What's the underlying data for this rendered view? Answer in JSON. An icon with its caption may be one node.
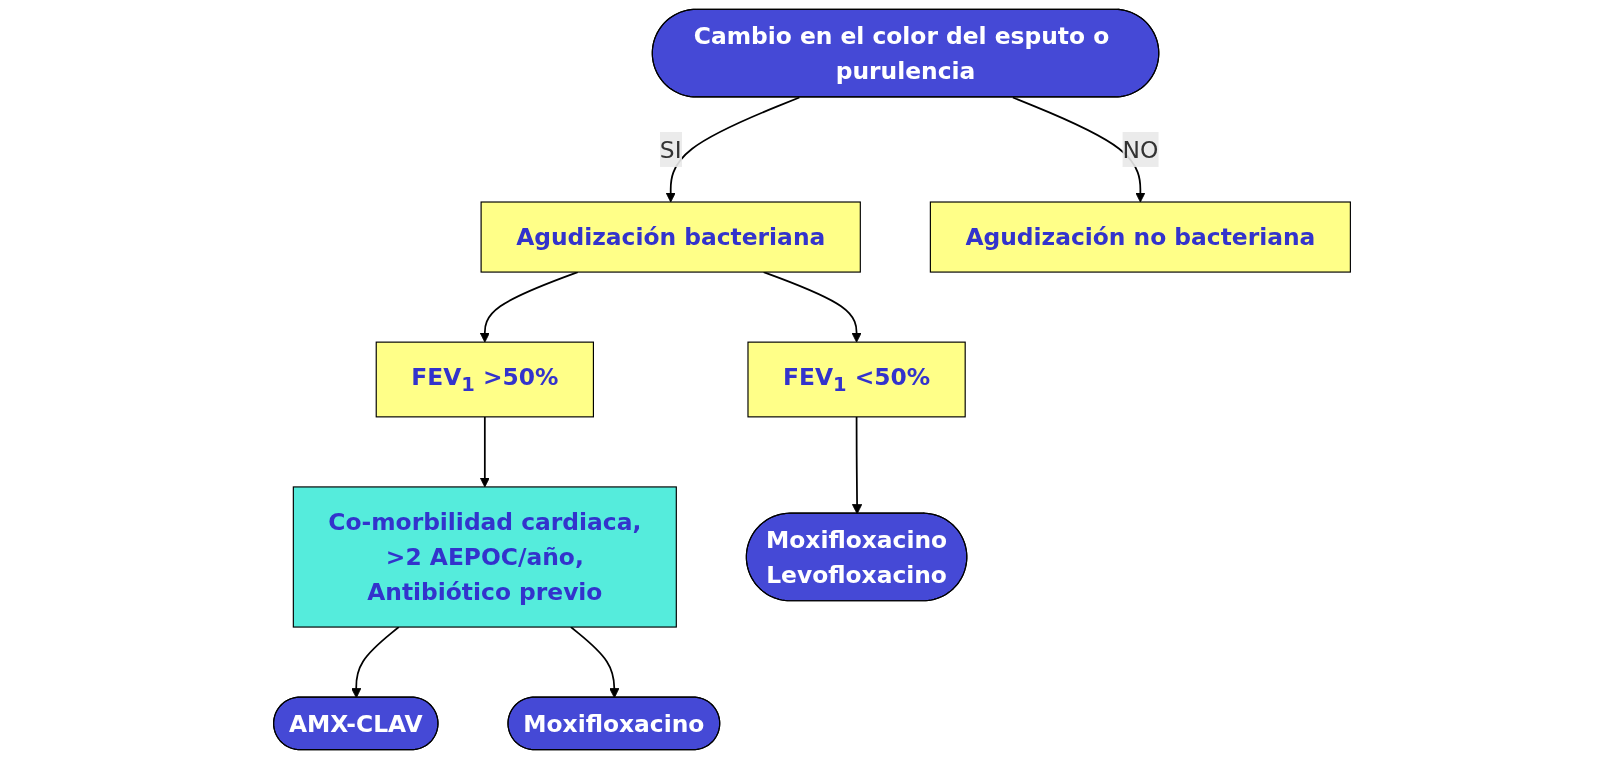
{
  "diagram": {
    "nodes": [
      {
        "text": [
          "Cambio en el color del esputo o purulencia"
        ]
      },
      {
        "text": [
          "Agudización bacteriana"
        ]
      },
      {
        "text": [
          "Agudización no bacteriana"
        ]
      },
      {
        "text": [
          "FEV$_{1}$ >50%"
        ]
      },
      {
        "text": [
          "FEV$_{1}$ <50%"
        ]
      },
      {
        "text": [
          "Co-morbilidad cardiaca,",
          ">2 AEPOC/año,",
          "Antibiótico previo"
        ]
      },
      {
        "text": [
          "Moxifloxacino",
          "Levofloxacino"
        ]
      },
      {
        "text": [
          "AMX-CLAV"
        ]
      },
      {
        "text": [
          "Moxifloxacino"
        ]
      }
    ],
    "edges": [
      {
        "from": 0,
        "to": 1,
        "arrow": "to",
        "label": "SI"
      },
      {
        "from": 0,
        "to": 2,
        "arrow": "to",
        "label": "NO"
      },
      {
        "from": 1,
        "to": 3,
        "arrow": "to"
      },
      {
        "from": 1,
        "to": 4,
        "arrow": "to"
      },
      {
        "from": 3,
        "to": 5,
        "arrow": "to"
      },
      {
        "from": 4,
        "to": 6,
        "arrow": "to"
      },
      {
        "from": 5,
        "to": 7,
        "arrow": "to"
      },
      {
        "from": 5,
        "to": 8,
        "arrow": "to"
      }
    ]
  }
}
